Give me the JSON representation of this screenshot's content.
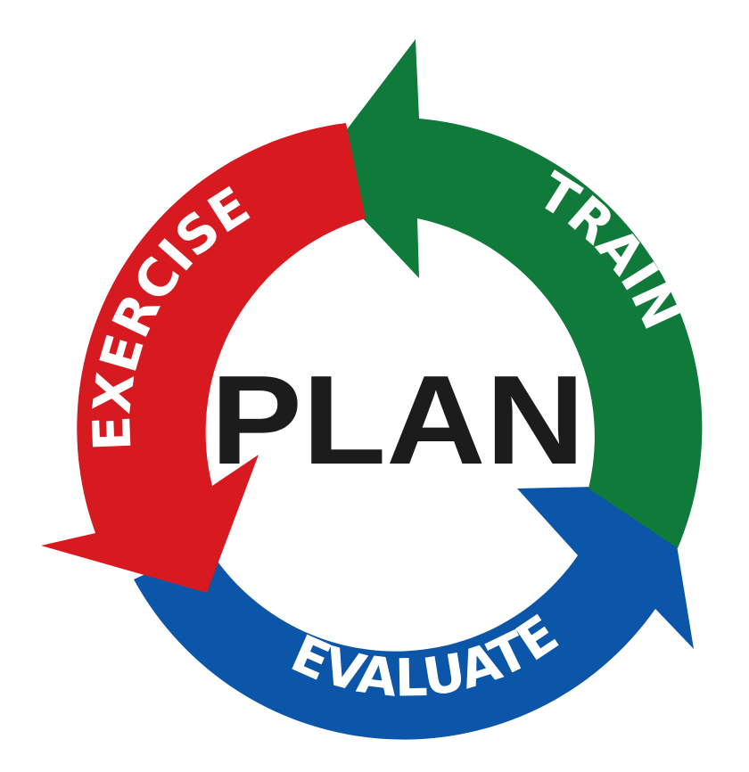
{
  "center": {
    "label": "PLAN"
  },
  "steps": [
    {
      "label": "EXERCISE",
      "color": "#d71920"
    },
    {
      "label": "TRAIN",
      "color": "#0f7a3a"
    },
    {
      "label": "EVALUATE",
      "color": "#0b56a8"
    }
  ],
  "colors": {
    "background": "#ffffff",
    "center_text": "#1c1c1c",
    "ring_text": "#ffffff"
  }
}
